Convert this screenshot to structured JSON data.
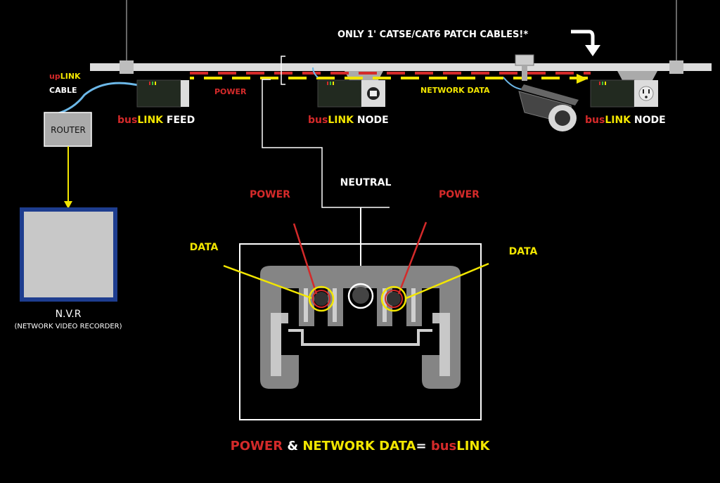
{
  "colors": {
    "background": "#000000",
    "power": "#d42a2a",
    "data": "#f2e600",
    "neutral": "#ffffff",
    "uplink_cable": "#6cb8e8",
    "rail": "#dcdcdc",
    "device": "#222a20"
  },
  "top_note": "ONLY 1' CATSE/CAT6 PATCH CABLES!*",
  "uplink": {
    "prefix": "up",
    "suffix": "LINK",
    "line2": "CABLE"
  },
  "router": {
    "label": "ROUTER"
  },
  "nvr": {
    "title": "N.V.R",
    "subtitle": "(NETWORK VIDEO RECORDER)"
  },
  "rail_labels": {
    "power": "POWER",
    "network": "NETWORK DATA"
  },
  "devices": [
    {
      "prefix": "bus",
      "name": "LINK",
      "suffix": " FEED"
    },
    {
      "prefix": "bus",
      "name": "LINK",
      "suffix": " NODE"
    },
    {
      "prefix": "bus",
      "name": "LINK",
      "suffix": " NODE"
    }
  ],
  "conductors": {
    "neutral": "NEUTRAL",
    "power_left": "POWER",
    "power_right": "POWER",
    "data_left": "DATA",
    "data_right": "DATA"
  },
  "footer": {
    "power": "POWER",
    "amp": " & ",
    "network": "NETWORK DATA",
    "eq": "= ",
    "bus": "bus",
    "link": "LINK"
  }
}
